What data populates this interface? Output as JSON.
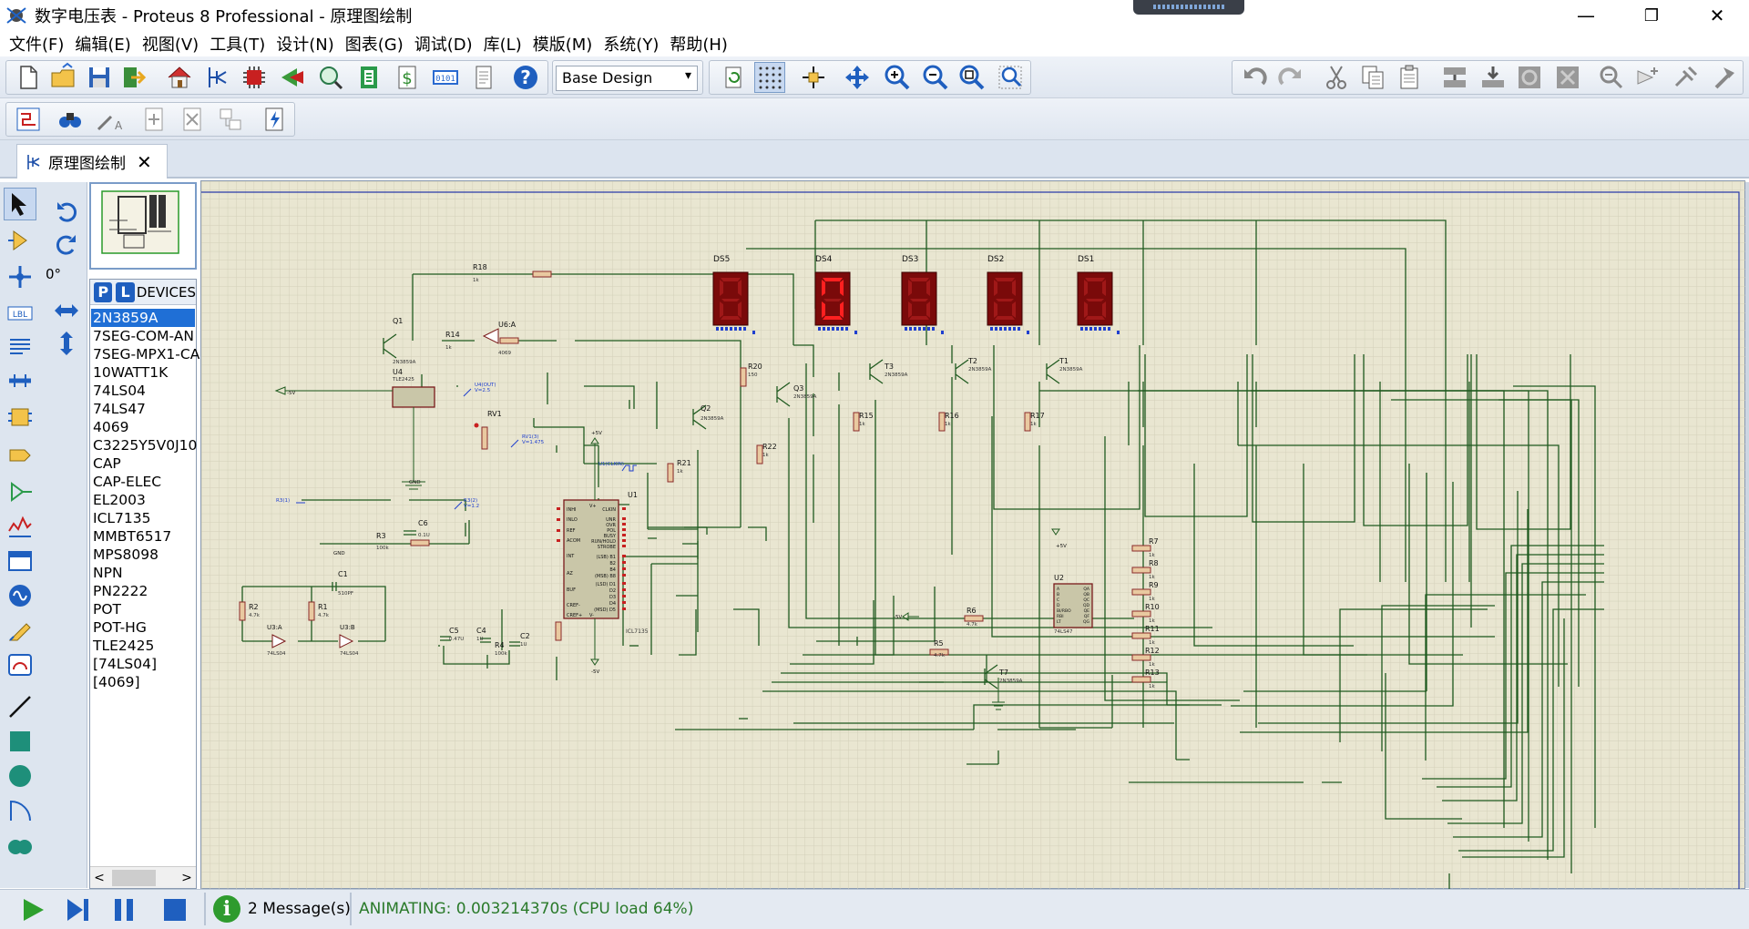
{
  "window": {
    "title": "数字电压表 - Proteus 8 Professional - 原理图绘制",
    "minimize": "—",
    "maximize": "❐",
    "close": "✕"
  },
  "menu": [
    "文件(F)",
    "编辑(E)",
    "视图(V)",
    "工具(T)",
    "设计(N)",
    "图表(G)",
    "调试(D)",
    "库(L)",
    "模版(M)",
    "系统(Y)",
    "帮助(H)"
  ],
  "toolbar": {
    "layer_combo": "Base Design"
  },
  "tab": {
    "label": "原理图绘制",
    "close": "✕"
  },
  "left_panel": {
    "angle": "0°",
    "p_button": "P",
    "l_button": "L",
    "devices_title": "DEVICES",
    "devices": [
      "2N3859A",
      "7SEG-COM-AN",
      "7SEG-MPX1-CA",
      "10WATT1K",
      "74LS04",
      "74LS47",
      "4069",
      "C3225Y5V0J10",
      "CAP",
      "CAP-ELEC",
      "EL2003",
      "ICL7135",
      "MMBT6517",
      "MPS8098",
      "NPN",
      "PN2222",
      "POT",
      "POT-HG",
      "TLE2425",
      "[74LS04]",
      "[4069]"
    ],
    "selected_device": "2N3859A",
    "scroll_left": "<",
    "scroll_right": ">"
  },
  "schematic": {
    "displays": [
      "DS5",
      "DS4",
      "DS3",
      "DS2",
      "DS1"
    ],
    "transistors": [
      "Q1",
      "Q2",
      "Q3",
      "T3",
      "T2",
      "T1",
      "T7"
    ],
    "transistor_model": "2N3859A",
    "resistors": [
      {
        "ref": "R18",
        "val": "1k"
      },
      {
        "ref": "R14",
        "val": "1k"
      },
      {
        "ref": "R20",
        "val": "150"
      },
      {
        "ref": "R15",
        "val": "1k"
      },
      {
        "ref": "R16",
        "val": "1k"
      },
      {
        "ref": "R17",
        "val": "1k"
      },
      {
        "ref": "R21",
        "val": "1k"
      },
      {
        "ref": "R22",
        "val": "1k"
      },
      {
        "ref": "R3",
        "val": "100k"
      },
      {
        "ref": "R4",
        "val": "100k"
      },
      {
        "ref": "R2",
        "val": "4.7k"
      },
      {
        "ref": "R1",
        "val": "4.7k"
      },
      {
        "ref": "R5",
        "val": "4.7k"
      },
      {
        "ref": "R6",
        "val": "4.7k"
      },
      {
        "ref": "R7",
        "val": "1k"
      },
      {
        "ref": "R8",
        "val": "1k"
      },
      {
        "ref": "R9",
        "val": "1k"
      },
      {
        "ref": "R10",
        "val": "1k"
      },
      {
        "ref": "R11",
        "val": "1k"
      },
      {
        "ref": "R12",
        "val": "1k"
      },
      {
        "ref": "R13",
        "val": "1k"
      }
    ],
    "chips": {
      "u1": "U1",
      "u1_model": "ICL7135",
      "u2": "U2",
      "u2_model": "74LS47",
      "u4": "U4",
      "u4_model": "TLE2425",
      "u6": "U6:A",
      "u6_model": "4069",
      "u3a": "U3:A",
      "u3b": "U3:B",
      "u3_model": "74LS04"
    },
    "caps": [
      {
        "ref": "C6",
        "val": "0.1U"
      },
      {
        "ref": "C5",
        "val": "0.47U"
      },
      {
        "ref": "C4",
        "val": "1U"
      },
      {
        "ref": "C2",
        "val": "1U"
      },
      {
        "ref": "C1",
        "val": "510PF"
      }
    ],
    "pot": "RV1",
    "probes": {
      "p1": "U4(OUT)",
      "p1v": "V=2.5",
      "p2": "RV1(3)",
      "p2v": "V=1.475",
      "p3": "R3(1)",
      "p4": "R3(2)",
      "p4v": "V=1.2",
      "p5": "U1(CLKIN)"
    },
    "supply": {
      "plus5": "+5V",
      "minus5": "-5V",
      "gnd": "GND"
    },
    "u1_pins_left": [
      "INHI",
      "INLO",
      "REF",
      "ACOM",
      "INT",
      "AZ",
      "BUF",
      "CREF-",
      "CREF+"
    ],
    "u1_pins_right": [
      "CLKIN",
      "UNR",
      "OVR",
      "POL",
      "BUSY",
      "RUN/HOLD",
      "STROBE",
      "(LSB) B1",
      "B2",
      "B4",
      "(MSB) B8",
      "(LSD) D1",
      "D2",
      "D3",
      "D4",
      "(MSD) D5"
    ],
    "u1_pin_top": "V+",
    "u1_pin_bottom": "V-",
    "u2_pins_left": [
      "A",
      "B",
      "C",
      "D",
      "BI/RBO",
      "RBI",
      "LT"
    ],
    "u2_pins_right": [
      "QA",
      "QB",
      "QC",
      "QD",
      "QE",
      "QF",
      "QG"
    ]
  },
  "status": {
    "messages": "2 Message(s)",
    "animating": "ANIMATING: 0.003214370s (CPU load 64%)"
  }
}
